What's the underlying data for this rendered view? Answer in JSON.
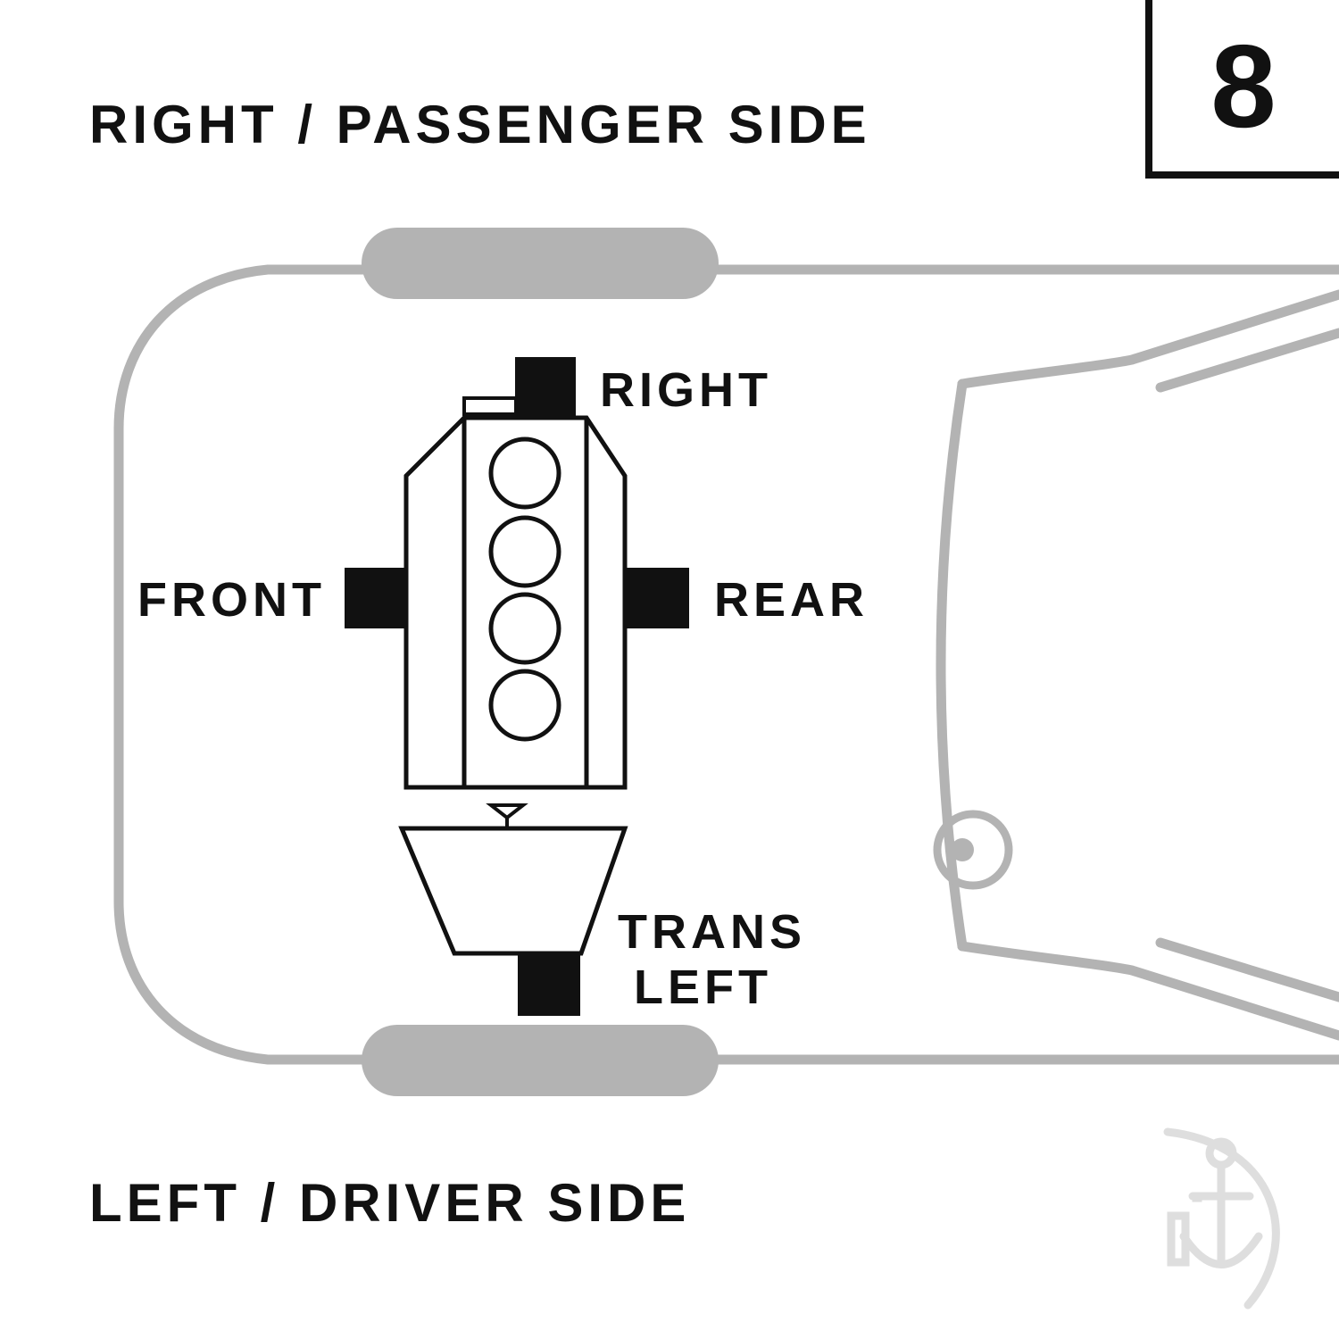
{
  "badge": {
    "number": "8"
  },
  "labels": {
    "top": "RIGHT / PASSENGER SIDE",
    "bottom": "LEFT / DRIVER SIDE"
  },
  "mounts": {
    "right": "RIGHT",
    "front": "FRONT",
    "rear": "REAR",
    "trans_line1": "TRANS",
    "trans_line2": "LEFT"
  },
  "colors": {
    "ink": "#111111",
    "car_outline": "#b3b3b3",
    "watermark": "#dedede",
    "background": "#ffffff"
  },
  "icons": {
    "car": "car-top-view-outline",
    "engine": "engine-block-4-cylinder",
    "transmission": "transmission-trapezoid",
    "watermark": "anchor-logo-watermark"
  }
}
